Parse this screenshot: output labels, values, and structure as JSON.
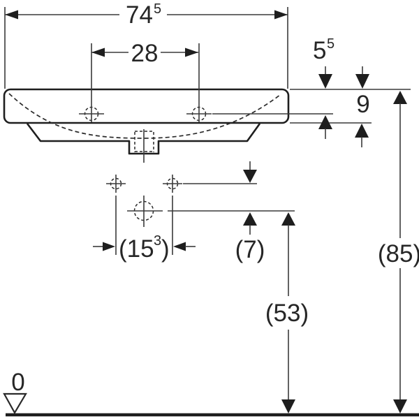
{
  "page": {
    "background": "#ffffff"
  },
  "diagram": {
    "name": "washbasin-dimension-drawing",
    "colors": {
      "thin_line": "#3a3a3a",
      "outline": "#1e1e1e",
      "text": "#262626",
      "background": "#ffffff"
    },
    "dimensions": {
      "overall_width": {
        "main": "74",
        "sup": "5"
      },
      "tap_hole_spacing": {
        "main": "28"
      },
      "tap_hole_offset": {
        "main": "5",
        "sup": "5"
      },
      "rim_depth": {
        "main": "9"
      },
      "fixing_hole_spacing": {
        "open": "(15",
        "sup": "3",
        "close": ")"
      },
      "fixing_to_outlet": {
        "main": "(7)"
      },
      "outlet_height": {
        "main": "(53)"
      },
      "rim_top_height": {
        "main": "(85)"
      },
      "floor_datum": {
        "main": "0"
      }
    }
  }
}
